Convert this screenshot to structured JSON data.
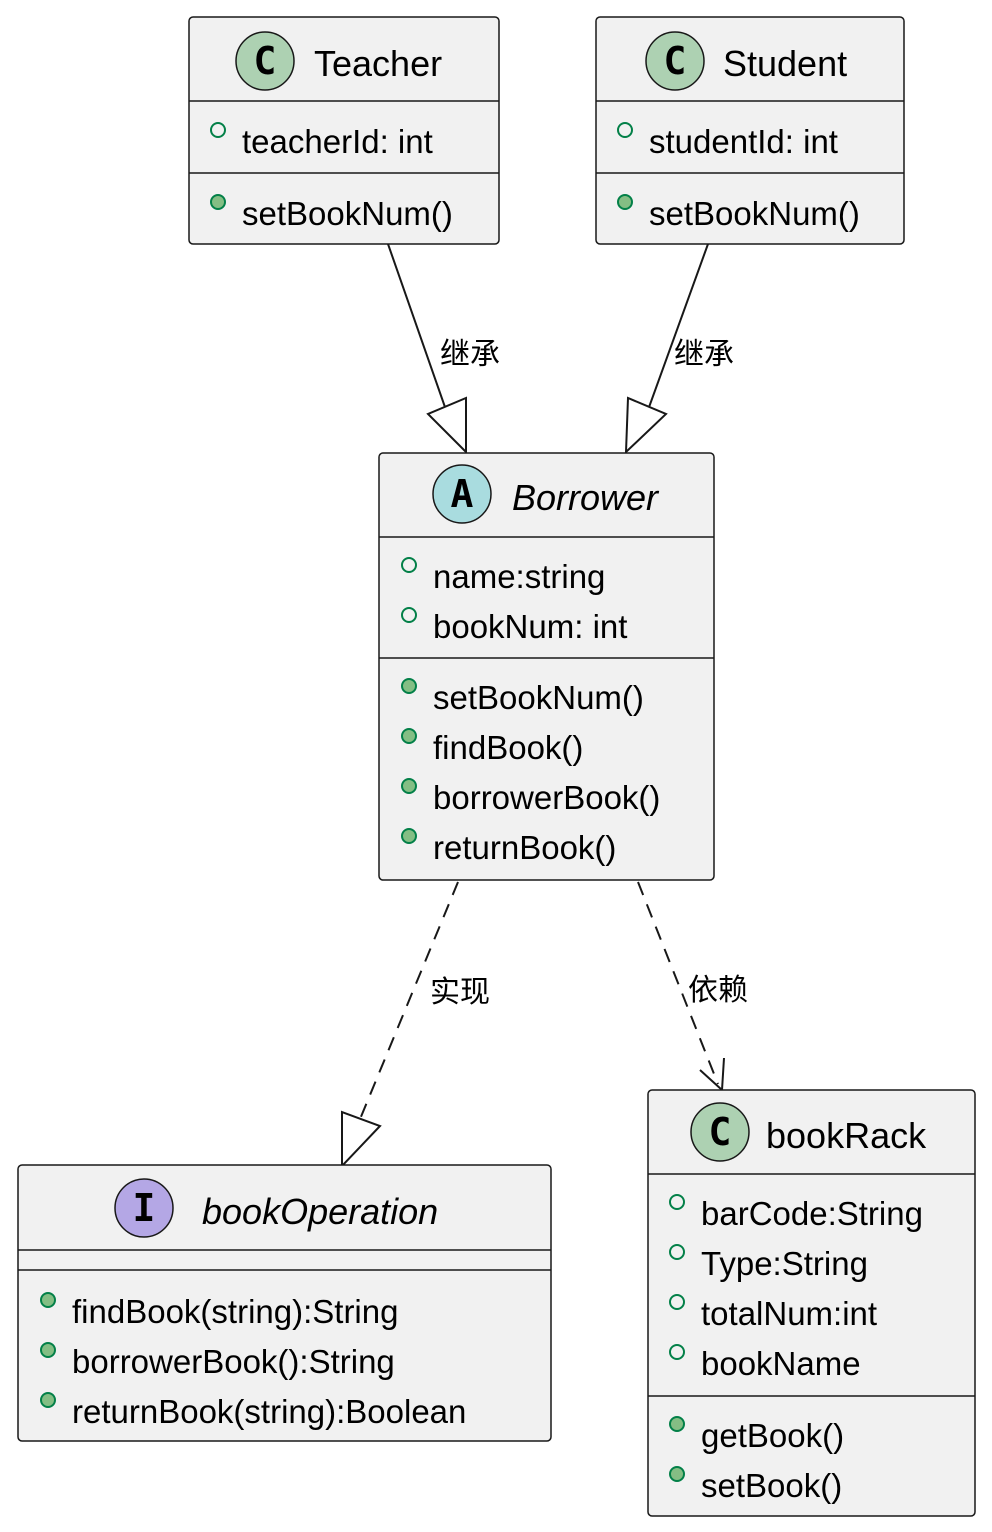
{
  "colors": {
    "class_fill": "#f1f1f1",
    "border": "#181818",
    "class_badge": "#add1b2",
    "abstract_badge": "#a9dcdf",
    "interface_badge": "#b4a7e5",
    "visibility_public_fill": "#84be84",
    "visibility_stroke": "#038048"
  },
  "classes": {
    "teacher": {
      "stereotype_letter": "C",
      "name": "Teacher",
      "fields": [
        "teacherId: int"
      ],
      "methods": [
        "setBookNum()"
      ]
    },
    "student": {
      "stereotype_letter": "C",
      "name": "Student",
      "fields": [
        "studentId: int"
      ],
      "methods": [
        "setBookNum()"
      ]
    },
    "borrower": {
      "stereotype_letter": "A",
      "name": "Borrower",
      "fields": [
        "name:string",
        "bookNum: int"
      ],
      "methods": [
        "setBookNum()",
        "findBook()",
        "borrowerBook()",
        "returnBook()"
      ]
    },
    "bookOperation": {
      "stereotype_letter": "I",
      "name": "bookOperation",
      "fields": [],
      "methods": [
        "findBook(string):String",
        "borrowerBook():String",
        "returnBook(string):Boolean"
      ]
    },
    "bookRack": {
      "stereotype_letter": "C",
      "name": "bookRack",
      "fields": [
        "barCode:String",
        "Type:String",
        "totalNum:int",
        "bookName"
      ],
      "methods": [
        "getBook()",
        "setBook()"
      ]
    }
  },
  "relations": {
    "teacher_to_borrower": "继承",
    "student_to_borrower": "继承",
    "borrower_to_bookOperation": "实现",
    "borrower_to_bookRack": "依赖"
  }
}
